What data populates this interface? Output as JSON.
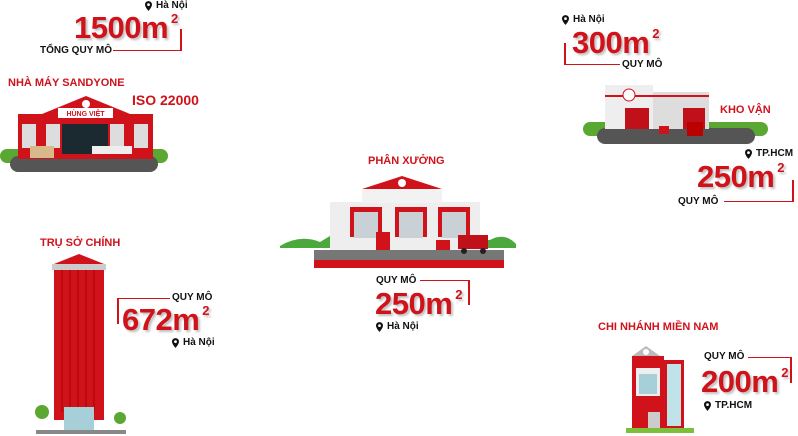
{
  "factory": {
    "location": "Hà Nội",
    "area_value": "1500m",
    "area_sup": "2",
    "area_label": "TỔNG QUY MÔ",
    "title": "NHÀ MÁY SANDYONE",
    "certification": "ISO 22000",
    "sign": "HÙNG VIỆT"
  },
  "logistics_hn": {
    "location": "Hà Nội",
    "area_value": "300m",
    "area_sup": "2",
    "area_label": "QUY MÔ"
  },
  "logistics": {
    "title": "KHO VẬN",
    "location": "TP.HCM",
    "area_value": "250m",
    "area_sup": "2",
    "area_label": "QUY MÔ"
  },
  "workshop": {
    "title": "PHÂN XƯỞNG",
    "area_label": "QUY MÔ",
    "area_value": "250m",
    "area_sup": "2",
    "location": "Hà Nội"
  },
  "headquarters": {
    "title": "TRỤ SỞ CHÍNH",
    "area_label": "QUY MÔ",
    "area_value": "672m",
    "area_sup": "2",
    "location": "Hà Nội"
  },
  "south_branch": {
    "title": "CHI NHÁNH MIỀN NAM",
    "area_label": "QUY MÔ",
    "area_value": "200m",
    "area_sup": "2",
    "location": "TP.HCM"
  },
  "colors": {
    "brand_red": "#d0121b",
    "road": "#555555",
    "grass": "#5aa832"
  }
}
